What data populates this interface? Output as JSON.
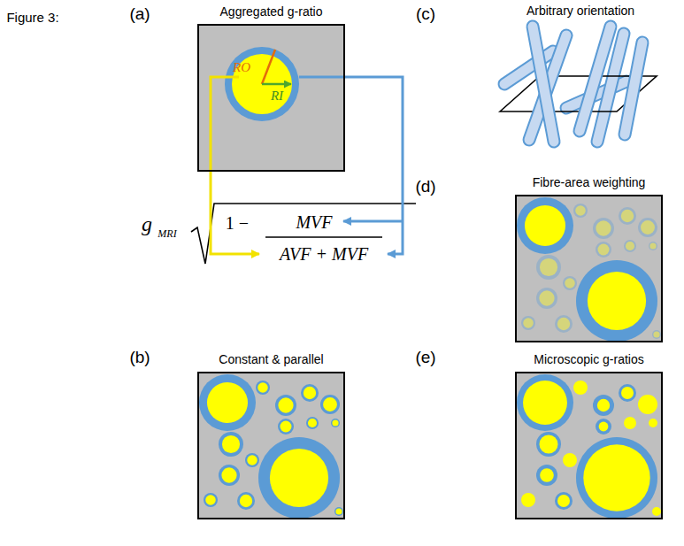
{
  "diagram": {
    "title": "Figure 3:",
    "nodes": [
      {
        "text": [
          "Aggregated g-ratio"
        ]
      },
      {
        "text": [
          "Constant & parallel"
        ]
      },
      {
        "text": [
          "Fibre-area weighting"
        ]
      },
      {
        "text": [
          "Microscopic g-ratios"
        ]
      }
    ],
    "edges": [],
    "labels": [
      "(a)",
      "RO",
      "RI",
      "g",
      "MRI",
      "1 −",
      "MVF",
      "AVF + MVF",
      "(b)",
      "(c)",
      "Arbitrary orientation",
      "(d)",
      "(e)"
    ]
  }
}
